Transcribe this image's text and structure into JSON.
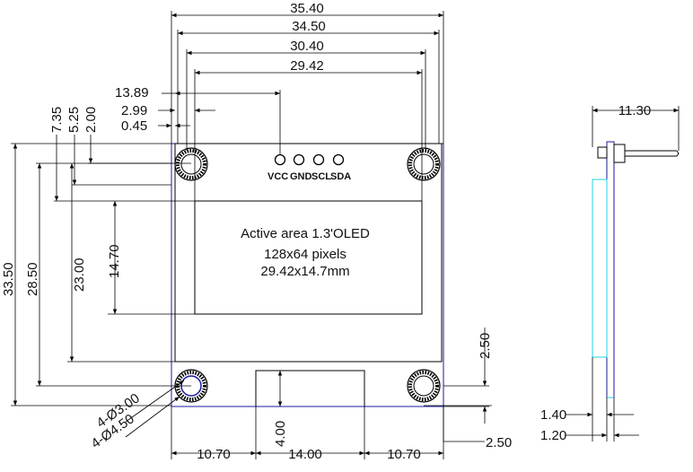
{
  "dimensions": {
    "w35_40": "35.40",
    "w34_50": "34.50",
    "w30_40": "30.40",
    "w29_42": "29.42",
    "d13_89": "13.89",
    "d2_99": "2.99",
    "d0_45": "0.45",
    "v7_35": "7.35",
    "v5_25": "5.25",
    "v2_00": "2.00",
    "h33_50": "33.50",
    "h28_50": "28.50",
    "h23_00": "23.00",
    "h14_70": "14.70",
    "r2_50_right": "2.50",
    "d4_00": "4.00",
    "b10_70_left": "10.70",
    "b14_00": "14.00",
    "b10_70_right": "10.70",
    "b2_50": "2.50",
    "hole_inner": "4-Ø3.00",
    "hole_outer": "4-Ø4.50",
    "side_11_30": "11.30",
    "side_1_40": "1.40",
    "side_1_20": "1.20"
  },
  "pins": [
    "VCC",
    "GND",
    "SCL",
    "SDA"
  ],
  "active_area": {
    "line1": "Active area 1.3'OLED",
    "line2": "128x64 pixels",
    "line3": "29.42x14.7mm"
  },
  "colors": {
    "outline": "#1a1aa0",
    "line": "#000000",
    "side_edge": "#20d0e0"
  }
}
